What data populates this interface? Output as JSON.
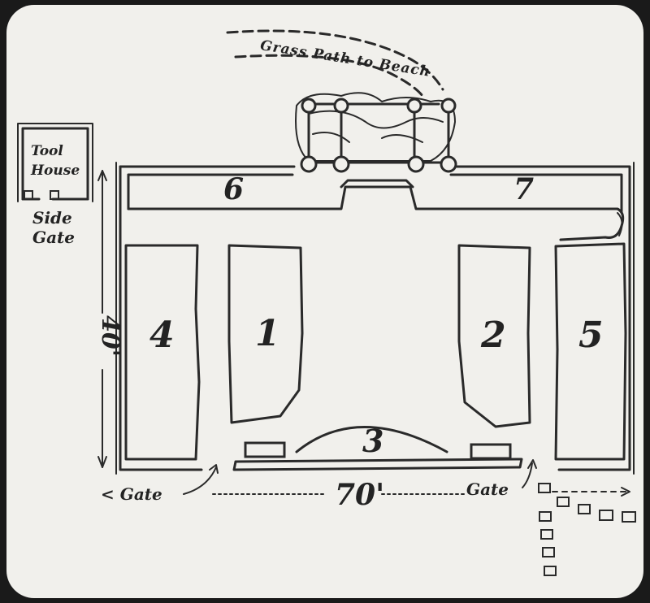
{
  "labels": {
    "path": "Grass Path to Beach",
    "tool_house_line1": "Tool",
    "tool_house_line2": "House",
    "side_gate_line1": "Side",
    "side_gate_line2": "Gate",
    "bed_1": "1",
    "bed_2": "2",
    "bed_3": "3",
    "bed_4": "4",
    "bed_5": "5",
    "bed_6": "6",
    "bed_7": "7",
    "dim_height": "40'",
    "dim_width": "70'",
    "gate_left": "Gate",
    "gate_right": "Gate"
  },
  "colors": {
    "paper": "#f1f0ec",
    "ink": "#2a2a2a",
    "frame": "#1a1a1a"
  }
}
